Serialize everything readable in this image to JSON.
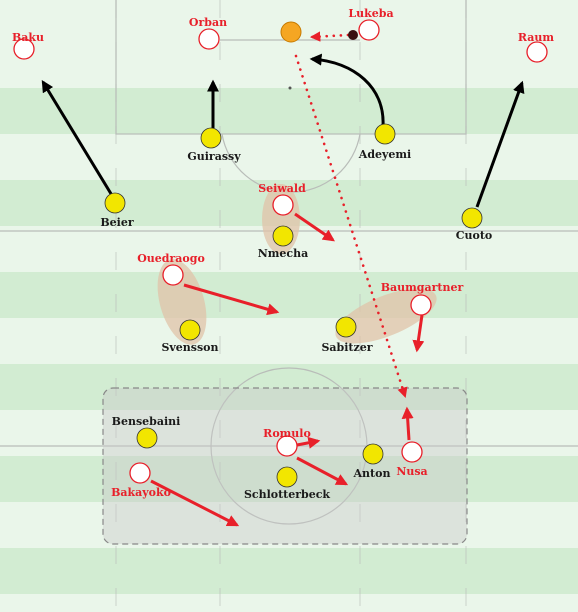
{
  "colors": {
    "stripe_light": "#eaf6ea",
    "stripe_dark": "#d2ecd2",
    "line": "#b9bdb9",
    "yellow_team": "#f2e600",
    "red_team_fill": "#ffffff",
    "red_team_stroke": "#e8202a",
    "ball": "#f5a623",
    "label_red": "#e8202a",
    "label_dark": "#1a1a1a",
    "arrow_dark": "#000000",
    "arrow_red": "#e8202a",
    "zone_fill": "#c8c8c8",
    "zone_stroke": "#888888",
    "pair_highlight": "#e0c3a8"
  },
  "players": {
    "red": {
      "baku": "Baku",
      "orban": "Orban",
      "lukeba": "Lukeba",
      "raum": "Raum",
      "seiwald": "Seiwald",
      "ouedraogo": "Ouedraogo",
      "baumgartner": "Baumgartner",
      "romulo": "Romulo",
      "bakayoko": "Bakayoko",
      "nusa": "Nusa"
    },
    "yellow": {
      "guirassy": "Guirassy",
      "adeyemi": "Adeyemi",
      "beier": "Beier",
      "cuoto": "Cuoto",
      "nmecha": "Nmecha",
      "svensson": "Svensson",
      "sabitzer": "Sabitzer",
      "bensebaini": "Bensebaini",
      "schlotterbeck": "Schlotterbeck",
      "anton": "Anton"
    }
  }
}
